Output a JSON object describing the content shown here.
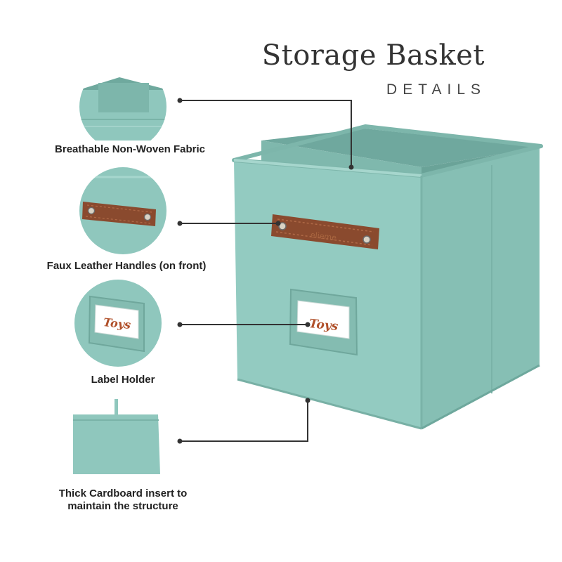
{
  "heading": {
    "title": "Storage Basket",
    "subtitle": "DETAILS"
  },
  "features": [
    {
      "caption": "Breathable Non-Woven Fabric",
      "icon": "fabric-corner-icon"
    },
    {
      "caption": "Faux Leather Handles (on front)",
      "icon": "leather-handle-icon"
    },
    {
      "caption": "Label Holder",
      "icon": "label-holder-icon"
    },
    {
      "caption_line1": "Thick Cardboard insert to",
      "caption_line2": "maintain the structure",
      "icon": "cardboard-insert-icon"
    }
  ],
  "label_text": "Toys",
  "colors": {
    "fabric": "#8fc7bd",
    "fabric_dark": "#73b0a5",
    "leather": "#8a4a2e",
    "label_ink": "#b0502a",
    "pointer": "#333333"
  }
}
